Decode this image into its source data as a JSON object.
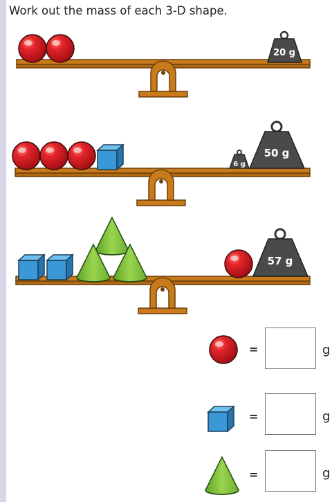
{
  "instruction": "Work out the mass of each 3-D shape.",
  "puzzles": [
    {
      "left_shapes": [
        "sphere",
        "sphere"
      ],
      "right_weights": [
        "20 g"
      ]
    },
    {
      "left_shapes": [
        "sphere",
        "sphere",
        "sphere",
        "cube"
      ],
      "right_weights": [
        "6 g",
        "50 g"
      ]
    },
    {
      "left_shapes": [
        "cube",
        "cube",
        "cone",
        "cone",
        "cone"
      ],
      "right_items": [
        "sphere"
      ],
      "right_weights": [
        "57 g"
      ]
    }
  ],
  "answers": [
    {
      "shape": "sphere",
      "equals": "=",
      "value": "",
      "unit": "g"
    },
    {
      "shape": "cube",
      "equals": "=",
      "value": "",
      "unit": "g"
    },
    {
      "shape": "cone",
      "equals": "=",
      "value": "",
      "unit": "g"
    }
  ],
  "colors": {
    "beam": "#c97a1a",
    "beam_edge": "#6b3f0c",
    "sphere": "#d81f26",
    "cube": "#3a98d6",
    "cone": "#8cc63f",
    "weight": "#4a4a4a"
  }
}
